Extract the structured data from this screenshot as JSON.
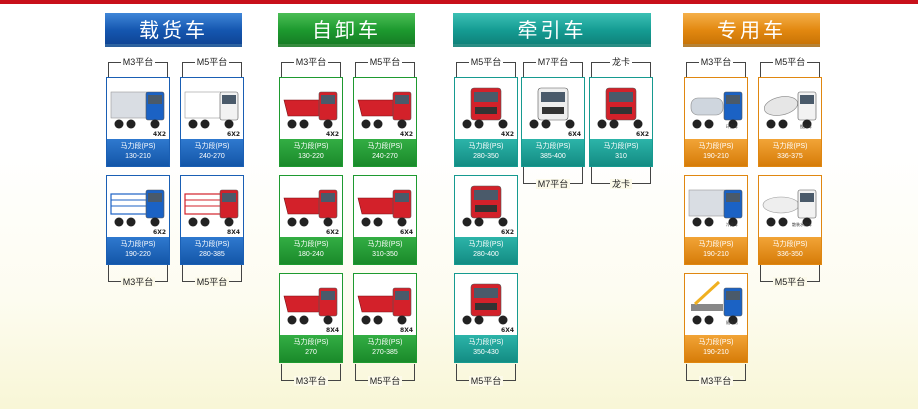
{
  "categories": [
    {
      "title": "载货车",
      "color": "#1557b0",
      "top_labels": [
        "M3平台",
        "M5平台"
      ],
      "bottom_labels": [
        "M3平台",
        "M5平台"
      ],
      "cards": [
        {
          "hp_label": "马力段(PS)",
          "hp_range": "130-210",
          "axle": "4X2",
          "tag": "",
          "truck_color": "#1b62c4",
          "body": "box"
        },
        {
          "hp_label": "马力段(PS)",
          "hp_range": "240-270",
          "axle": "6X2",
          "tag": "",
          "truck_color": "#f2f2f2",
          "body": "box"
        },
        {
          "hp_label": "马力段(PS)",
          "hp_range": "190-220",
          "axle": "6X2",
          "tag": "",
          "truck_color": "#1b62c4",
          "body": "stake"
        },
        {
          "hp_label": "马力段(PS)",
          "hp_range": "280-385",
          "axle": "8X4",
          "tag": "",
          "truck_color": "#d3212a",
          "body": "stake"
        }
      ]
    },
    {
      "title": "自卸车",
      "color": "#1d9a2f",
      "top_labels": [
        "M3平台",
        "M5平台"
      ],
      "bottom_labels": [
        "M3平台",
        "M5平台"
      ],
      "cards": [
        {
          "hp_label": "马力段(PS)",
          "hp_range": "130-220",
          "axle": "4X2",
          "tag": "",
          "truck_color": "#d3212a",
          "body": "dump"
        },
        {
          "hp_label": "马力段(PS)",
          "hp_range": "240-270",
          "axle": "4X2",
          "tag": "",
          "truck_color": "#d3212a",
          "body": "dump"
        },
        {
          "hp_label": "马力段(PS)",
          "hp_range": "180-240",
          "axle": "6X2",
          "tag": "",
          "truck_color": "#d3212a",
          "body": "dump"
        },
        {
          "hp_label": "马力段(PS)",
          "hp_range": "310-350",
          "axle": "6X4",
          "tag": "",
          "truck_color": "#d3212a",
          "body": "dump"
        },
        {
          "hp_label": "马力段(PS)",
          "hp_range": "270",
          "axle": "8X4",
          "tag": "",
          "truck_color": "#d3212a",
          "body": "dump"
        },
        {
          "hp_label": "马力段(PS)",
          "hp_range": "270-385",
          "axle": "8X4",
          "tag": "",
          "truck_color": "#d3212a",
          "body": "dump"
        }
      ]
    },
    {
      "title": "牵引车",
      "color": "#159c93",
      "top_labels": [
        "M5平台",
        "M7平台",
        "龙卡"
      ],
      "bottom_labels": [
        "M5平台",
        "M7平台",
        "龙卡"
      ],
      "cards": [
        {
          "hp_label": "马力段(PS)",
          "hp_range": "280-350",
          "axle": "4X2",
          "tag": "",
          "truck_color": "#d3212a",
          "body": "tractor"
        },
        {
          "hp_label": "马力段(PS)",
          "hp_range": "385-400",
          "axle": "6X4",
          "tag": "",
          "truck_color": "#eeeeee",
          "body": "tractor"
        },
        {
          "hp_label": "马力段(PS)",
          "hp_range": "310",
          "axle": "6X2",
          "tag": "",
          "truck_color": "#d3212a",
          "body": "tractor"
        },
        {
          "hp_label": "马力段(PS)",
          "hp_range": "280-400",
          "axle": "6X2",
          "tag": "",
          "truck_color": "#d3212a",
          "body": "tractor"
        },
        {
          "hp_label": "马力段(PS)",
          "hp_range": "350-430",
          "axle": "6X4",
          "tag": "",
          "truck_color": "#d3212a",
          "body": "tractor"
        }
      ]
    },
    {
      "title": "专用车",
      "color": "#e28810",
      "top_labels": [
        "M3平台",
        "M5平台"
      ],
      "bottom_labels": [
        "M5平台",
        "M3平台"
      ],
      "cards": [
        {
          "hp_label": "马力段(PS)",
          "hp_range": "190-210",
          "axle": "",
          "tag": "环卫车",
          "truck_color": "#1b62c4",
          "body": "tank"
        },
        {
          "hp_label": "马力段(PS)",
          "hp_range": "336-375",
          "axle": "",
          "tag": "搅拌车",
          "truck_color": "#f2f2f2",
          "body": "mixer"
        },
        {
          "hp_label": "马力段(PS)",
          "hp_range": "190-210",
          "axle": "",
          "tag": "冷藏车",
          "truck_color": "#1b62c4",
          "body": "box"
        },
        {
          "hp_label": "马力段(PS)",
          "hp_range": "336-350",
          "axle": "",
          "tag": "散装水泥车",
          "truck_color": "#f2f2f2",
          "body": "bulk"
        },
        {
          "hp_label": "马力段(PS)",
          "hp_range": "190-210",
          "axle": "",
          "tag": "随车吊",
          "truck_color": "#1b62c4",
          "body": "crane"
        }
      ]
    }
  ]
}
